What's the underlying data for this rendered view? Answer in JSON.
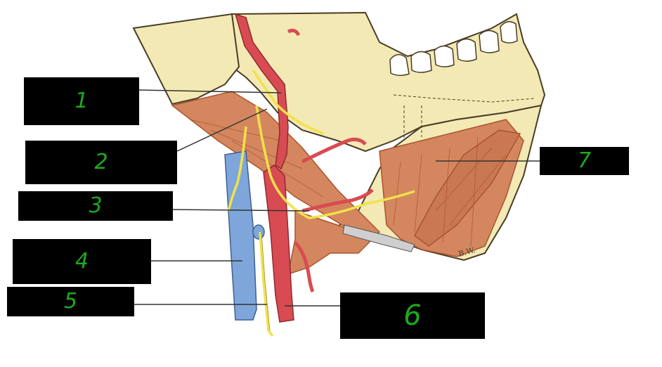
{
  "labels": [
    {
      "number": "1"
    },
    {
      "number": "2"
    },
    {
      "number": "3"
    },
    {
      "number": "4"
    },
    {
      "number": "5"
    },
    {
      "number": "6"
    },
    {
      "number": "7"
    }
  ],
  "signature": "B.W.",
  "colors": {
    "bone": "#f3e9b4",
    "bone_outline": "#4a3d26",
    "teeth": "#ffffff",
    "muscle": "#d4875e",
    "muscle_dark": "#a9532f",
    "artery": "#d94b52",
    "vein": "#7fa6da",
    "nerve": "#f0e24a",
    "label_box": "#000000",
    "label_text": "#1fa81f",
    "leader_line": "#333333"
  }
}
